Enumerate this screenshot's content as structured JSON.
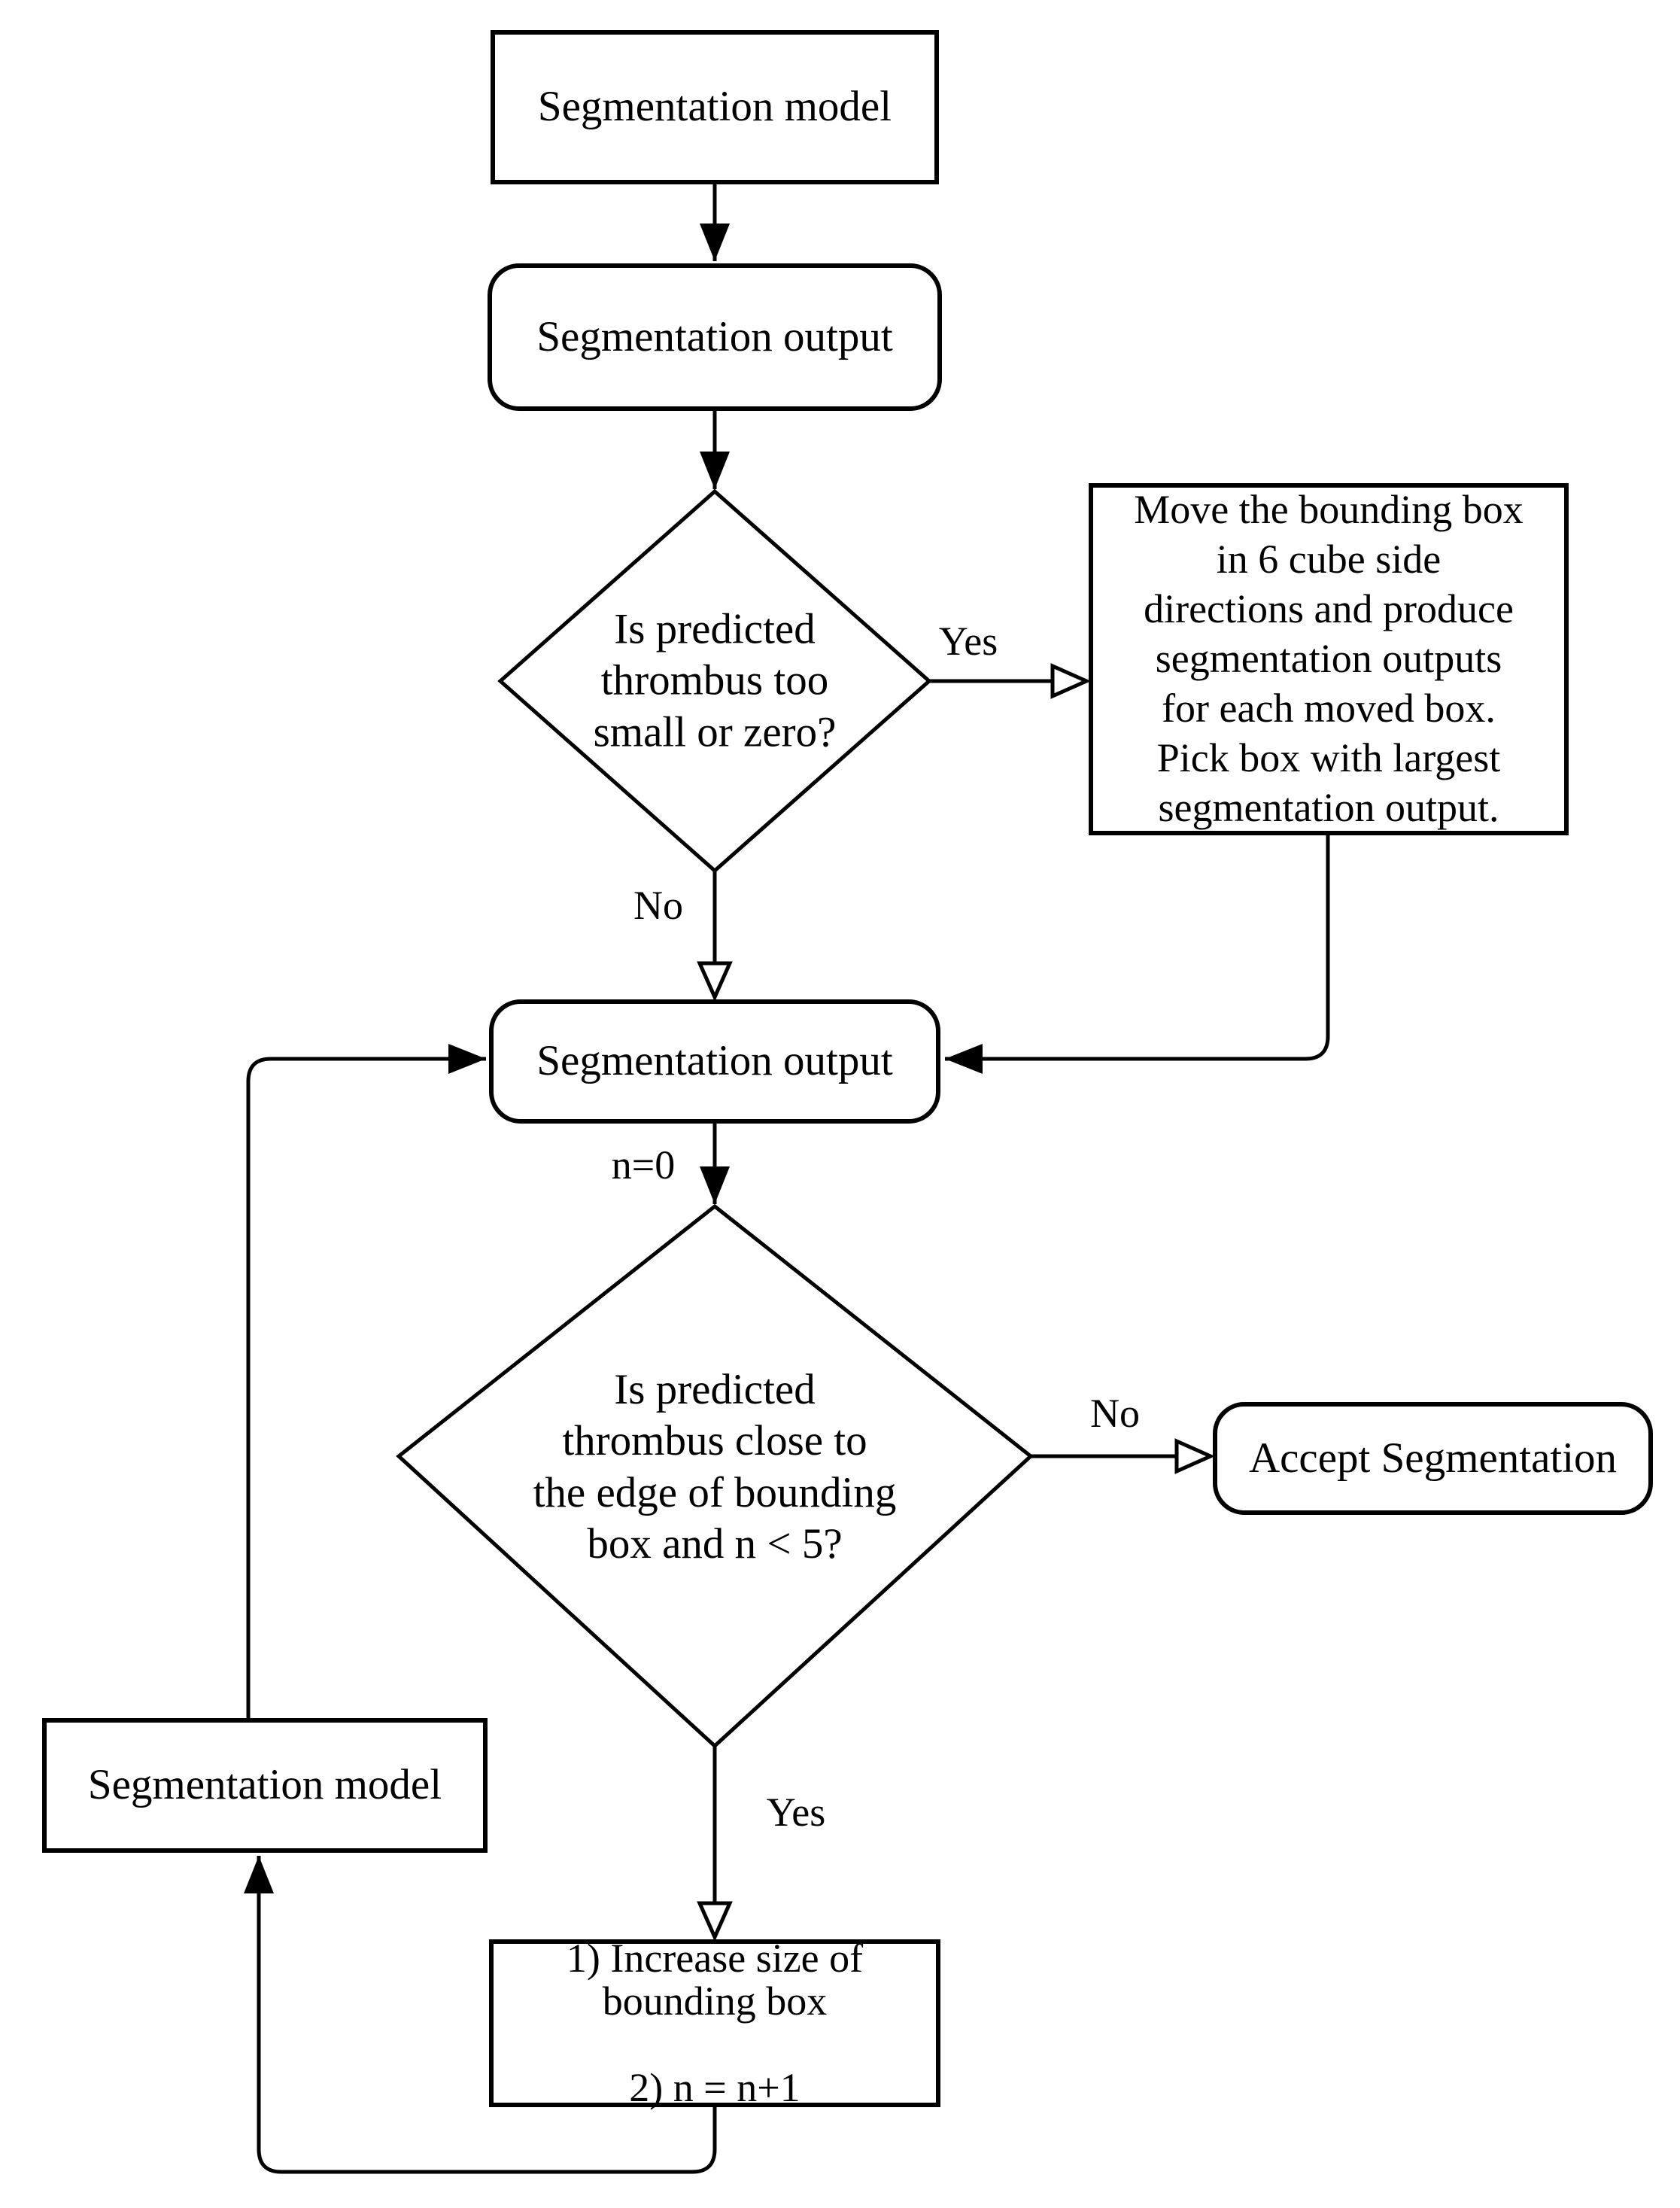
{
  "canvas": {
    "background_color": "#ffffff",
    "line_color": "#000000"
  },
  "nodes": {
    "top_model": {
      "label": "Segmentation model",
      "shape": "rect"
    },
    "seg_output_1": {
      "label": "Segmentation output",
      "shape": "rounded"
    },
    "decision_small": {
      "label": "Is predicted\nthrombus too\nsmall or zero?",
      "shape": "diamond"
    },
    "move_box": {
      "label": "Move the bounding box\nin 6 cube side\ndirections and produce\nsegmentation outputs\nfor each moved box.\nPick box with largest\nsegmentation output.",
      "shape": "rect"
    },
    "seg_output_2": {
      "label": "Segmentation output",
      "shape": "rounded"
    },
    "decision_edge": {
      "label": "Is predicted\nthrombus close to\nthe edge of bounding\nbox and n < 5?",
      "shape": "diamond"
    },
    "accept": {
      "label": "Accept Segmentation",
      "shape": "rounded"
    },
    "increase_box": {
      "label": "1) Increase size of\nbounding box\n\n2) n = n+1",
      "shape": "rect"
    },
    "bottom_model": {
      "label": "Segmentation model",
      "shape": "rect"
    }
  },
  "edge_labels": {
    "yes_1": "Yes",
    "no_1": "No",
    "n0": "n=0",
    "no_2": "No",
    "yes_2": "Yes"
  }
}
